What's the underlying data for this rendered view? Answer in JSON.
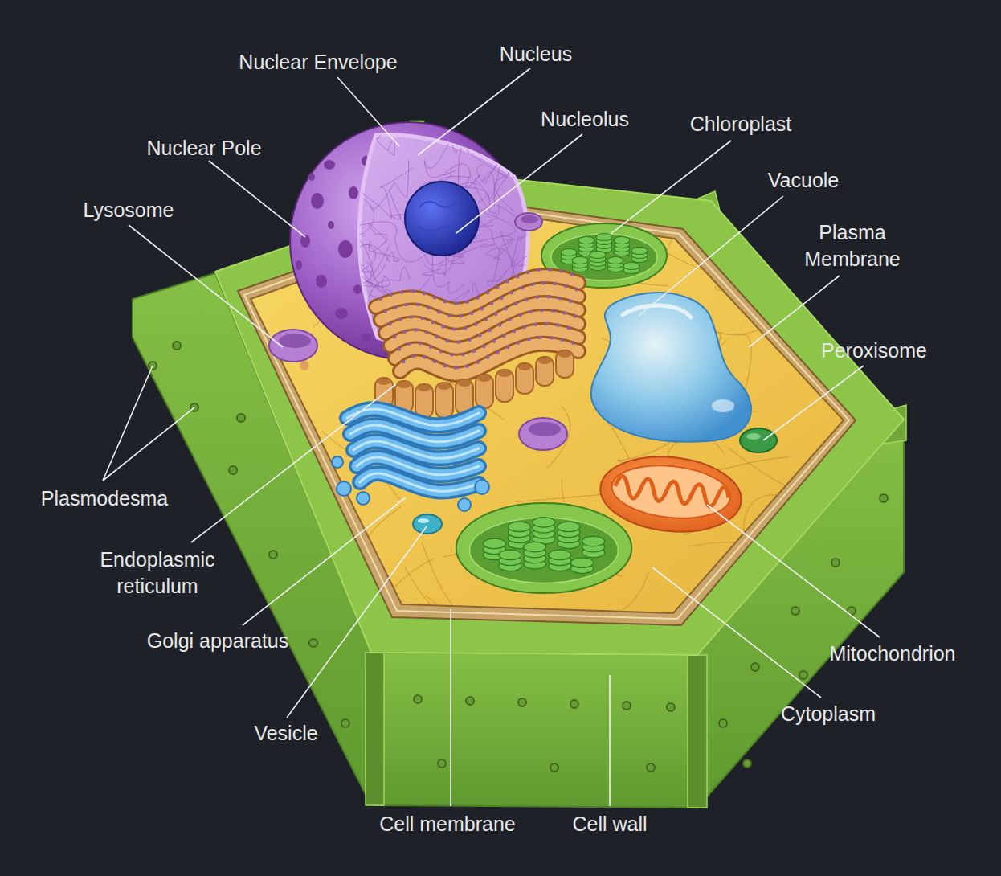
{
  "diagram": {
    "labels": [
      "Nuclear Envelope",
      "Nucleus",
      "Nucleolus",
      "Chloroplast",
      "Nuclear Pole",
      "Lysosome",
      "Vacuole",
      "Plasma Membrane",
      "Peroxisome",
      "Plasmodesma",
      "Endoplasmic reticulum",
      "Golgi apparatus",
      "Vesicle",
      "Mitochondrion",
      "Cytoplasm",
      "Cell membrane",
      "Cell wall"
    ]
  }
}
